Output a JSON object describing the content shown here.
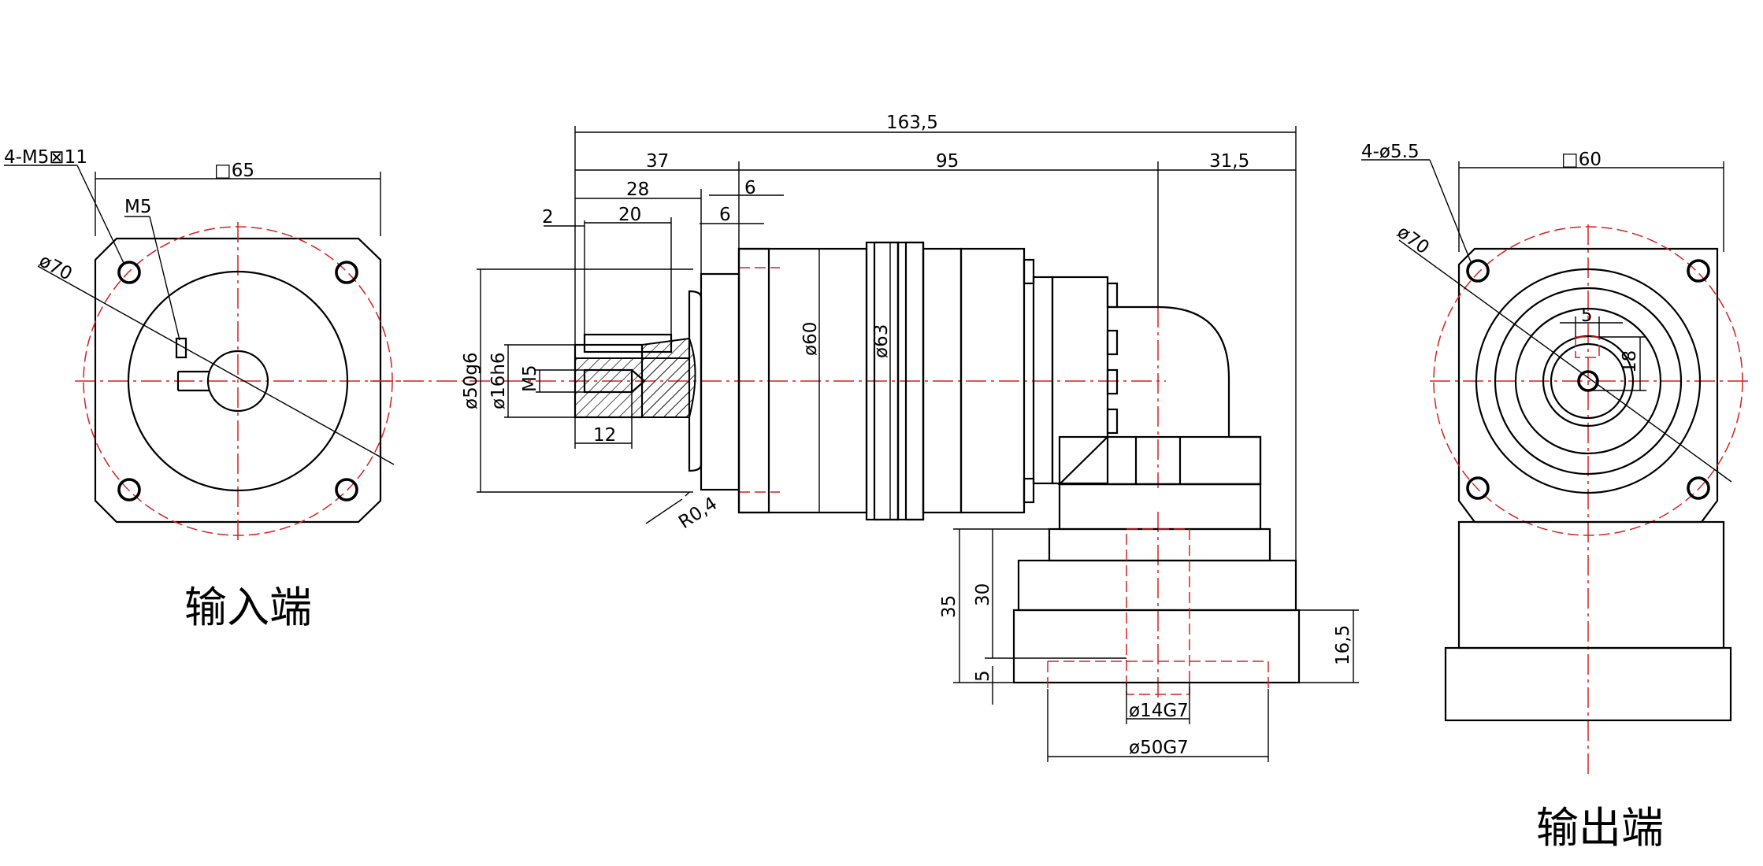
{
  "views": {
    "input": {
      "caption": "输入端"
    },
    "output": {
      "caption": "输出端"
    }
  },
  "labels": {
    "input_holes": "4-M5⊠11",
    "input_m5": "M5",
    "input_pcd": "ø70",
    "input_square": "□65",
    "output_holes": "4-ø5.5",
    "output_pcd": "ø70",
    "output_square": "□60",
    "output_key_w": "5",
    "output_key_h": "18"
  },
  "dimensions": {
    "overall_length": "163,5",
    "d37": "37",
    "d95": "95",
    "d31_5": "31,5",
    "d28": "28",
    "d6a": "6",
    "d6b": "6",
    "d2": "2",
    "d20": "20",
    "d12": "12",
    "dia50g6": "ø50g6",
    "dia16h6": "ø16h6",
    "m5": "M5",
    "dia60": "ø60",
    "dia63": "ø63",
    "r04": "R0,4",
    "d35": "35",
    "d30": "30",
    "d5": "5",
    "d16_5": "16,5",
    "dia14g7": "ø14G7",
    "dia50g7": "ø50G7"
  }
}
